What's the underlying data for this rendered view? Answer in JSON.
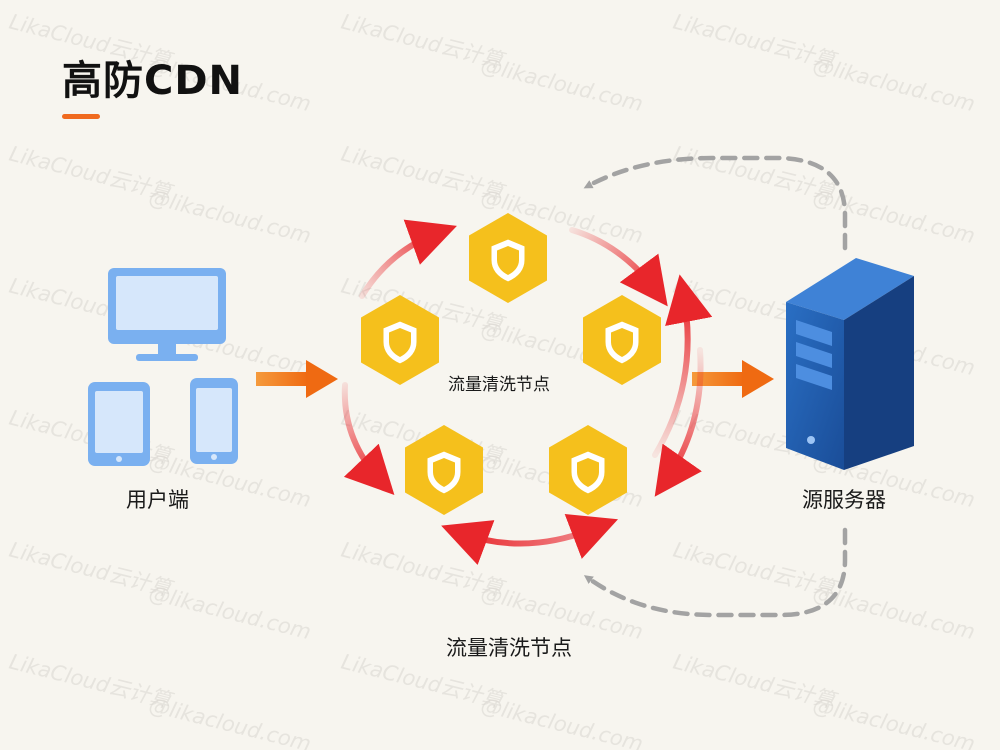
{
  "title": "高防CDN",
  "labels": {
    "user": "用户端",
    "server": "源服务器",
    "center": "流量清洗节点",
    "bottom": "流量清洗节点"
  },
  "watermark": {
    "brand": "LikaCloud云计算",
    "url": "@likacloud.com"
  },
  "icons": {
    "devices": [
      "monitor-icon",
      "tablet-icon",
      "phone-icon"
    ],
    "server": "server-tower-icon",
    "node": "shield-hexagon-icon"
  },
  "colors": {
    "accent": "#f06a1f",
    "device_blue": "#7ab0f0",
    "server_blue": "#1e5aa8",
    "node_yellow": "#f5c01c",
    "cycle_red": "#e8262b",
    "feedback_gray": "#9a9a9a"
  }
}
